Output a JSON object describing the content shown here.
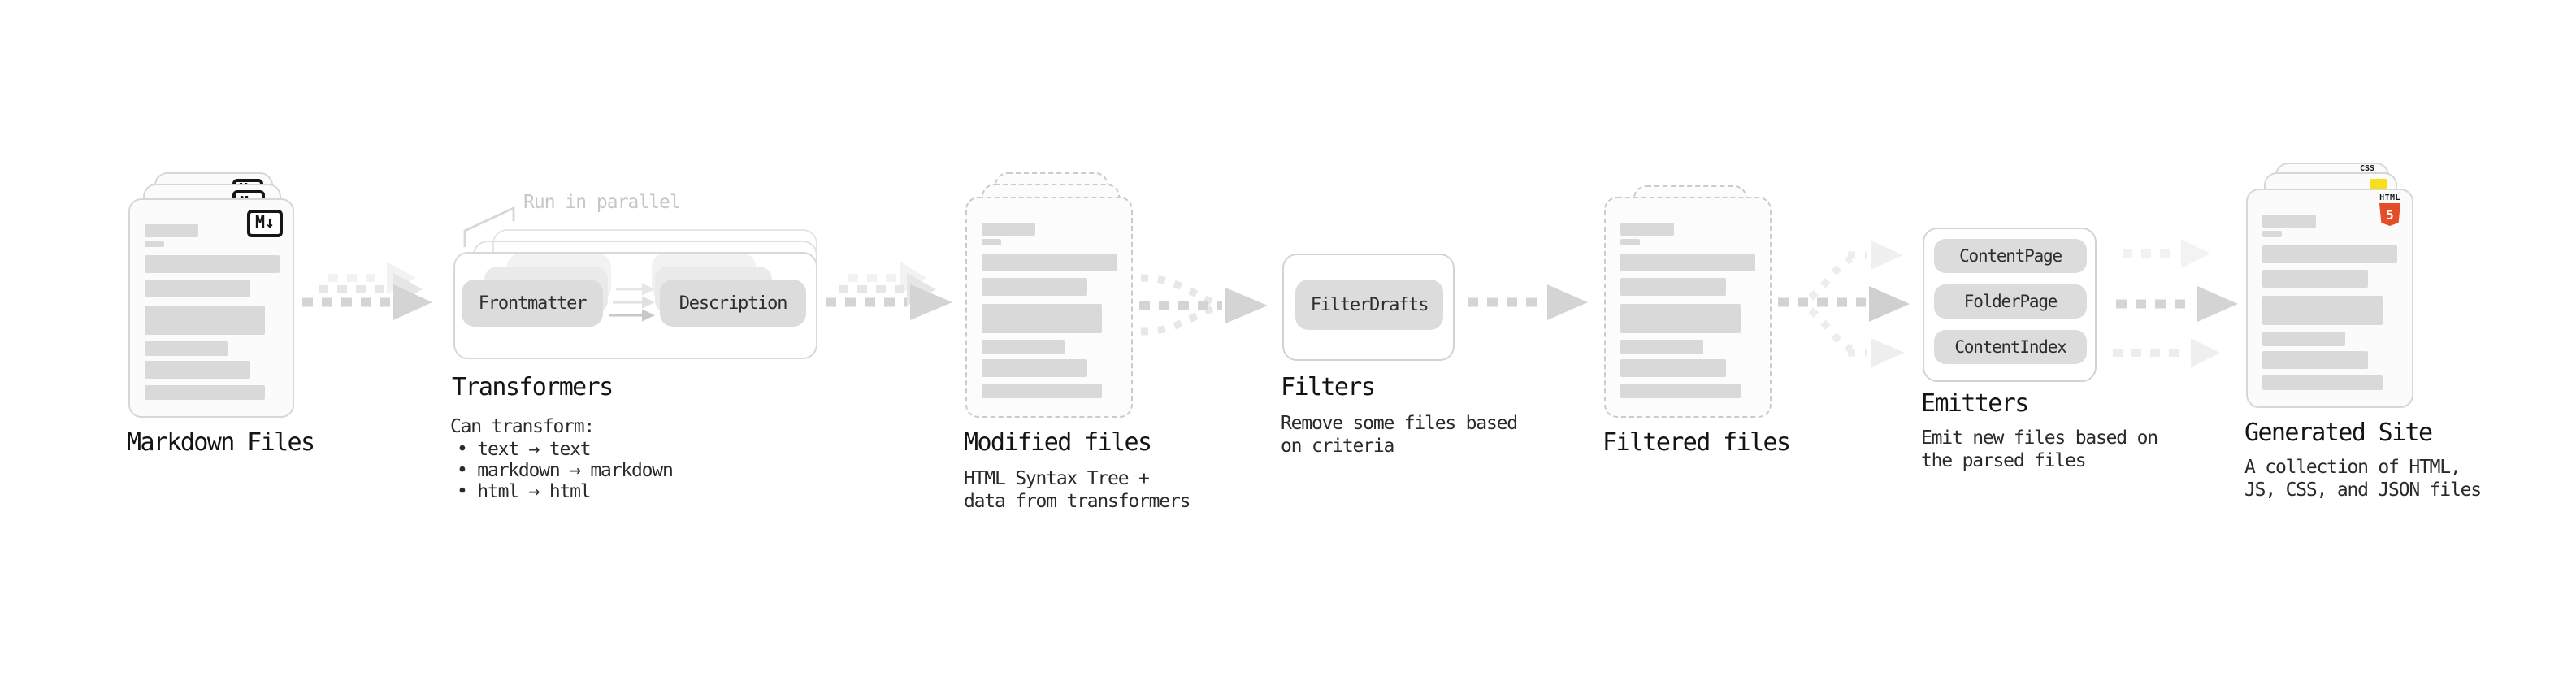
{
  "sections": {
    "markdown_files": {
      "label": "Markdown Files",
      "icon_text": "M↓"
    },
    "transformers": {
      "title": "Transformers",
      "callout": "Run in parallel",
      "pills": [
        "Frontmatter",
        "Description"
      ],
      "description_heading": "Can transform:",
      "bullets": [
        "• text → text",
        "• markdown → markdown",
        "• html → html"
      ]
    },
    "modified_files": {
      "label": "Modified files",
      "sublabel_lines": [
        "HTML Syntax Tree +",
        "data from transformers"
      ]
    },
    "filters": {
      "label": "Filters",
      "pills": [
        "FilterDrafts"
      ],
      "sublabel_lines": [
        "Remove some files based",
        "on criteria"
      ]
    },
    "filtered_files": {
      "label": "Filtered files"
    },
    "emitters": {
      "label": "Emitters",
      "pills": [
        "ContentPage",
        "FolderPage",
        "ContentIndex"
      ],
      "sublabel_lines": [
        "Emit new files based on",
        "the parsed files"
      ]
    },
    "generated_site": {
      "label": "Generated Site",
      "sublabel_lines": [
        "A collection of HTML,",
        "JS, CSS, and JSON files"
      ],
      "css_badge": "CSS",
      "html_badge": "HTML",
      "html5_number": "5"
    },
    "colors": {
      "html5_orange": "#e44d26",
      "js_yellow": "#f7df1e",
      "css_blue": "#2965f1",
      "arrow_gray": "#d4d4d4",
      "skeleton_gray": "#d9d9d9"
    }
  }
}
